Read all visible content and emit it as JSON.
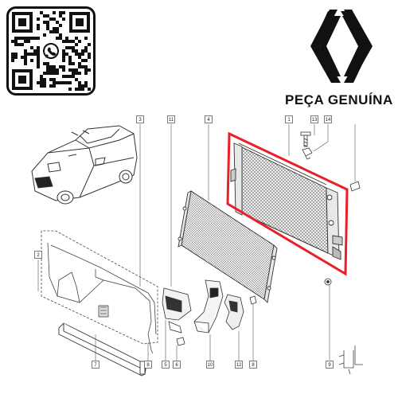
{
  "brand": {
    "tagline": "PEÇA GENUÍNA",
    "logo_icon": "renault-diamond-logo",
    "qr_icon": "whatsapp-icon"
  },
  "diagram": {
    "highlight_color": "#e8202a",
    "callouts": [
      "1",
      "2",
      "3",
      "4",
      "5",
      "6",
      "7",
      "8",
      "9",
      "10",
      "11",
      "12",
      "13",
      "14",
      "8"
    ]
  }
}
